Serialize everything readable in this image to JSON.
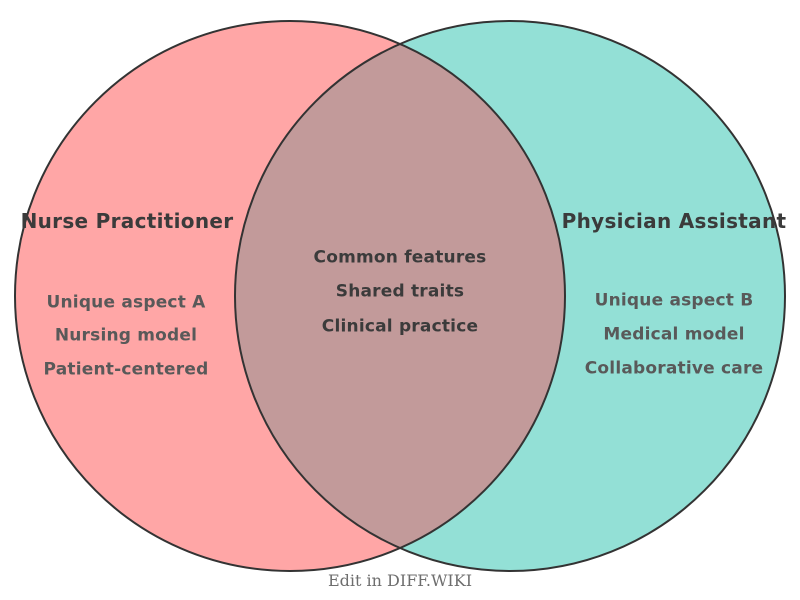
{
  "diagram": {
    "type": "venn",
    "left_circle": {
      "title": "Nurse Practitioner",
      "items": [
        "Unique aspect A",
        "Nursing model",
        "Patient-centered"
      ],
      "fill_color": "#ffa6a6"
    },
    "right_circle": {
      "title": "Physician Assistant",
      "items": [
        "Unique aspect B",
        "Medical model",
        "Collaborative care"
      ],
      "fill_color": "#93e0d6"
    },
    "overlap": {
      "items": [
        "Common features",
        "Shared traits",
        "Clinical practice"
      ],
      "fill_color": "#c29a9a"
    },
    "outline_color": "#333333",
    "background_color": "#ffffff"
  },
  "footer": {
    "credit_text": "Edit in DIFF.WIKI"
  }
}
